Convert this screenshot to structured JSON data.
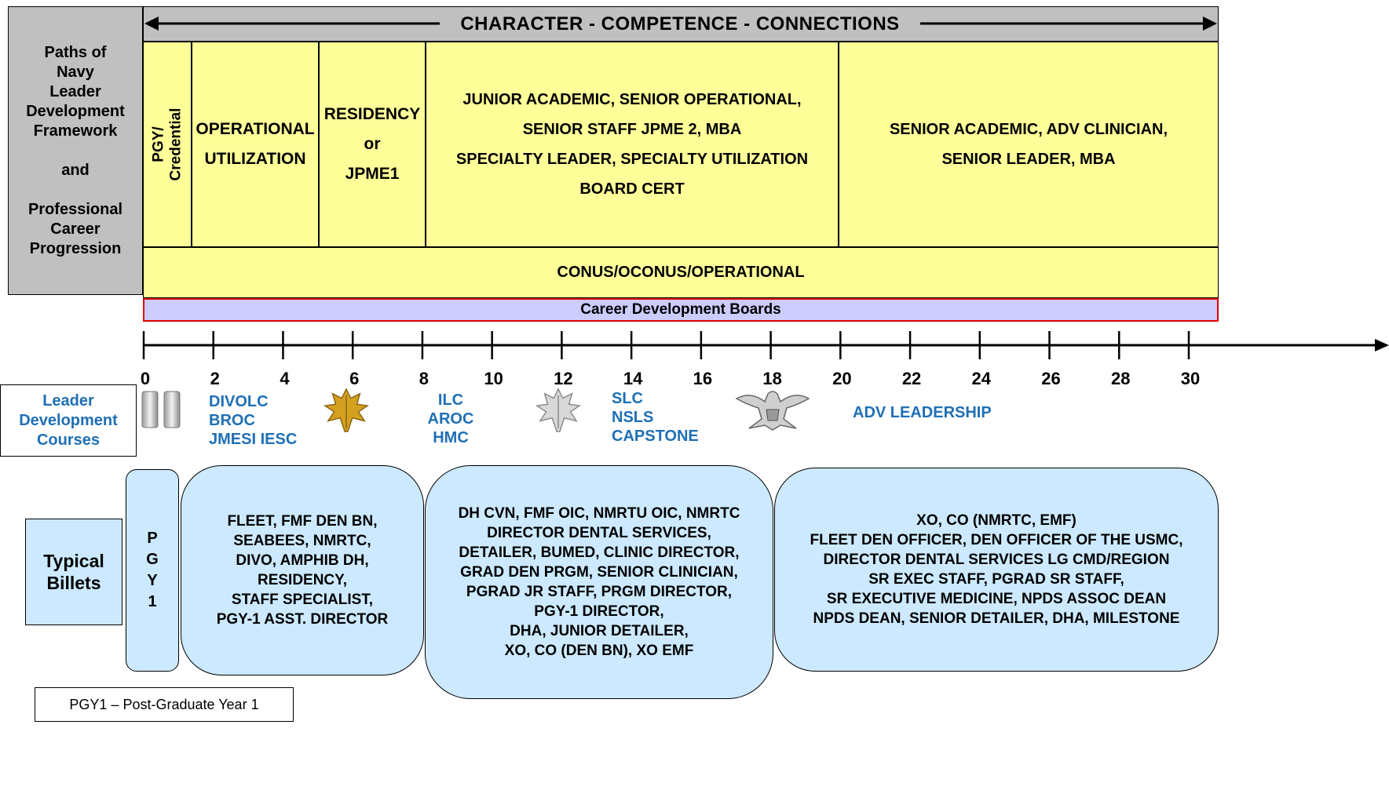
{
  "framework_label": "Paths of\nNavy\nLeader\nDevelopment\nFramework\n\nand\n\nProfessional\nCareer\nProgression",
  "banner": "CHARACTER  -  COMPETENCE  -  CONNECTIONS",
  "phases": {
    "pgy": "PGY/\nCredential",
    "operational": "OPERATIONAL\nUTILIZATION",
    "residency": "RESIDENCY\nor\nJPME1",
    "junior": "JUNIOR ACADEMIC, SENIOR OPERATIONAL,\nSENIOR STAFF JPME 2, MBA\nSPECIALTY LEADER, SPECIALTY UTILIZATION\nBOARD CERT",
    "senior": "SENIOR ACADEMIC, ADV CLINICIAN,\nSENIOR LEADER, MBA"
  },
  "assignment_band": "CONUS/OCONUS/OPERATIONAL",
  "boards_band": "Career Development Boards",
  "timeline_ticks": [
    "0",
    "2",
    "4",
    "6",
    "8",
    "10",
    "12",
    "14",
    "16",
    "18",
    "20",
    "22",
    "24",
    "26",
    "28",
    "30"
  ],
  "leader_courses_label": "Leader\nDevelopment\nCourses",
  "rank_insignia": [
    "lieutenant-bars-icon",
    "oak-leaf-gold-icon",
    "oak-leaf-silver-icon",
    "eagle-icon"
  ],
  "courses": {
    "early": "DIVOLC\nBROC\nJMESI IESC",
    "mid": "ILC\nAROC\nHMC",
    "senior": "SLC\nNSLS\nCAPSTONE",
    "advanced": "ADV LEADERSHIP"
  },
  "billets_label": "Typical\nBillets",
  "pgy1_label": "P\nG\nY\n1",
  "billets": {
    "early": "FLEET, FMF DEN BN,\nSEABEES, NMRTC,\nDIVO, AMPHIB DH,\nRESIDENCY,\nSTAFF SPECIALIST,\nPGY-1 ASST. DIRECTOR",
    "mid": "DH CVN, FMF OIC, NMRTU OIC, NMRTC\nDIRECTOR DENTAL SERVICES,\nDETAILER, BUMED, CLINIC DIRECTOR,\nGRAD DEN PRGM, SENIOR CLINICIAN,\nPGRAD JR STAFF,  PRGM DIRECTOR,\nPGY-1 DIRECTOR,\nDHA, JUNIOR DETAILER,\nXO, CO (DEN BN), XO EMF",
    "senior": "XO, CO (NMRTC, EMF)\nFLEET DEN OFFICER, DEN OFFICER OF THE USMC,\nDIRECTOR DENTAL SERVICES LG CMD/REGION\nSR EXEC STAFF, PGRAD SR STAFF,\nSR EXECUTIVE MEDICINE, NPDS ASSOC DEAN\nNPDS DEAN, SENIOR DETAILER, DHA, MILESTONE"
  },
  "legend": "PGY1 – Post-Graduate Year 1",
  "colors": {
    "phase_fill": "#ffff99",
    "banner_fill": "#c0c0c0",
    "board_fill": "#ccccff",
    "board_border": "#e00000",
    "billet_fill": "#cce9ff",
    "course_text": "#1f6fb5"
  }
}
